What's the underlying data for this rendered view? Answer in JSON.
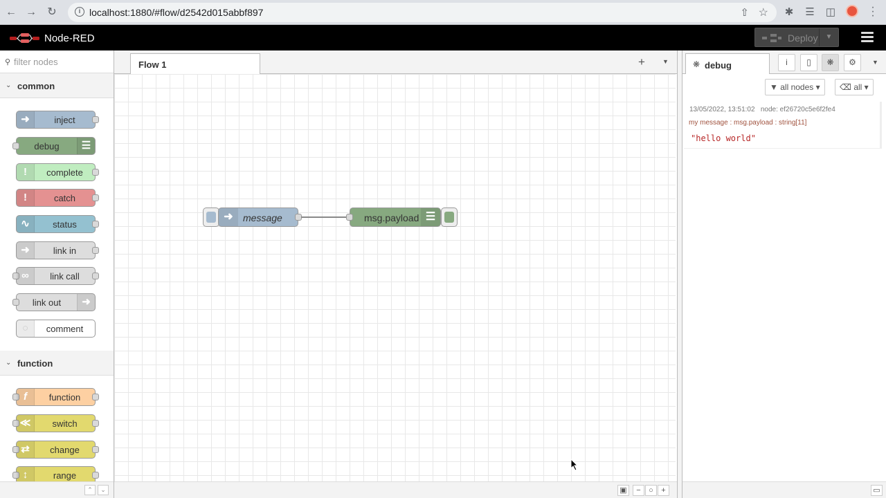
{
  "browser": {
    "url": "localhost:1880/#flow/d2542d015abbf897"
  },
  "header": {
    "title": "Node-RED",
    "deploy_label": "Deploy"
  },
  "palette": {
    "filter_placeholder": "filter nodes",
    "categories": [
      {
        "label": "common"
      },
      {
        "label": "function"
      }
    ],
    "nodes": [
      {
        "label": "inject",
        "color": "#a6bbcf",
        "icon": "inject-arrow-icon"
      },
      {
        "label": "debug",
        "color": "#87a980",
        "icon": "debug-list-icon"
      },
      {
        "label": "complete",
        "color": "#c0edc0",
        "icon": "exclamation-icon"
      },
      {
        "label": "catch",
        "color": "#e49191",
        "icon": "exclamation-icon"
      },
      {
        "label": "status",
        "color": "#94c1d0",
        "icon": "pulse-icon"
      },
      {
        "label": "link in",
        "color": "#dddddd",
        "icon": "link-in-icon"
      },
      {
        "label": "link call",
        "color": "#dddddd",
        "icon": "link-call-icon"
      },
      {
        "label": "link out",
        "color": "#dddddd",
        "icon": "link-out-icon"
      },
      {
        "label": "comment",
        "color": "#ffffff",
        "icon": "comment-icon"
      },
      {
        "label": "function",
        "color": "#fdd0a2",
        "icon": "function-icon"
      },
      {
        "label": "switch",
        "color": "#e2d96e",
        "icon": "switch-icon"
      },
      {
        "label": "change",
        "color": "#e2d96e",
        "icon": "change-icon"
      },
      {
        "label": "range",
        "color": "#e2d96e",
        "icon": "range-icon"
      }
    ]
  },
  "workspace": {
    "tab_label": "Flow 1",
    "flow_nodes": [
      {
        "label": "message",
        "color": "#a6bbcf"
      },
      {
        "label": "msg.payload",
        "color": "#87a980"
      }
    ]
  },
  "sidebar": {
    "tab_label": "debug",
    "filter_nodes_label": "all nodes",
    "clear_label": "all",
    "message": {
      "timestamp": "13/05/2022, 13:51:02",
      "node": "node: ef26720c5e6f2fe4",
      "topic": "my message : msg.payload : string[11]",
      "payload": "\"hello world\""
    }
  }
}
